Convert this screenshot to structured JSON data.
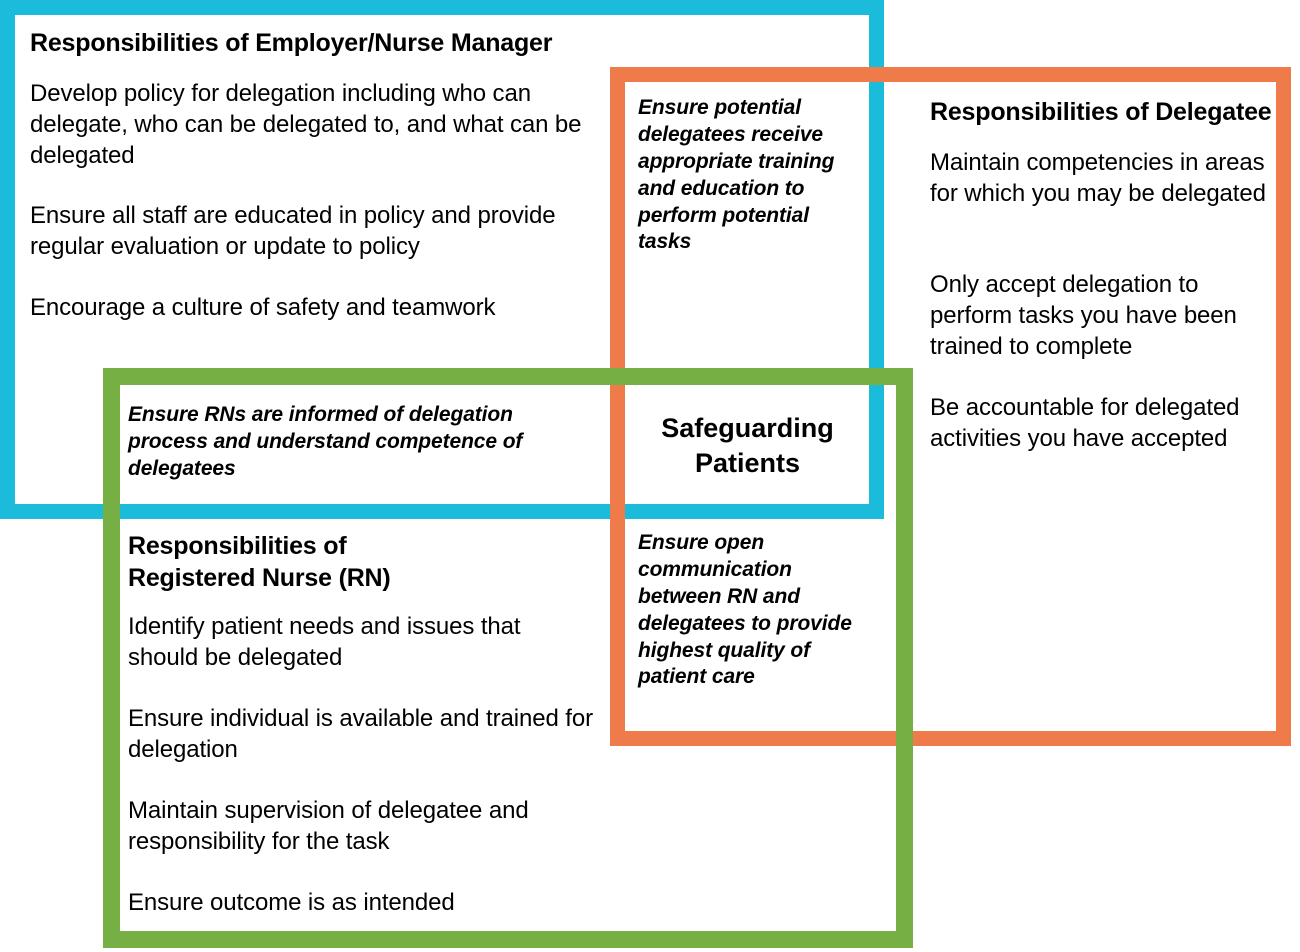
{
  "colors": {
    "blue": "#1BBCDB",
    "orange": "#EF7A4A",
    "green": "#76AF44",
    "text": "#000000",
    "background": "#FFFFFF"
  },
  "center": {
    "title": "Safeguarding\nPatients"
  },
  "employer_box": {
    "heading": "Responsibilities of Employer/Nurse Manager",
    "items": [
      "Develop policy for delegation including who can delegate, who can be delegated to, and what can be delegated",
      "Ensure all staff are educated in policy and provide regular evaluation or update to policy",
      "Encourage a culture of safety and teamwork"
    ]
  },
  "delegatee_box": {
    "heading": "Responsibilities of Delegatee",
    "items": [
      "Maintain competencies in areas for which you may be delegated",
      "Only accept delegation to perform tasks you have been trained to complete",
      "Be accountable for delegated activities you have accepted"
    ]
  },
  "rn_box": {
    "heading": "Responsibilities of\nRegistered Nurse (RN)",
    "items": [
      "Identify patient needs and issues that should be delegated",
      "Ensure individual is available and trained for delegation",
      "Maintain supervision of delegatee and responsibility for the task",
      "Ensure outcome is as intended"
    ]
  },
  "overlaps": {
    "employer_delegatee": "Ensure potential delegatees receive appropriate training and education to perform potential tasks",
    "employer_rn": "Ensure RNs are informed of delegation process and understand competence of delegatees",
    "rn_delegatee": "Ensure open communication between RN and delegatees to provide highest quality of patient care"
  }
}
